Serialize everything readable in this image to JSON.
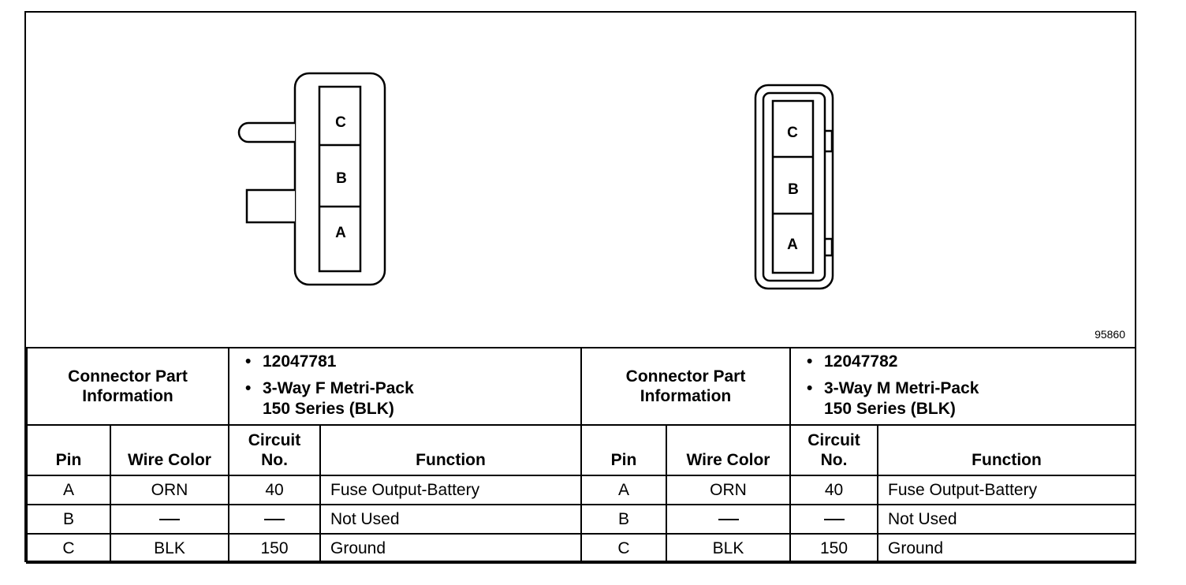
{
  "figure_ref": "95860",
  "left_connector": {
    "pins": [
      "C",
      "B",
      "A"
    ],
    "part_info_label": [
      "Connector Part",
      "Information"
    ],
    "part_number": "12047781",
    "description_line1": "3-Way F Metri-Pack",
    "description_line2": "150 Series (BLK)"
  },
  "right_connector": {
    "pins": [
      "C",
      "B",
      "A"
    ],
    "part_info_label": [
      "Connector Part",
      "Information"
    ],
    "part_number": "12047782",
    "description_line1": "3-Way M Metri-Pack",
    "description_line2": "150 Series (BLK)"
  },
  "columns": {
    "pin": "Pin",
    "wire_color": "Wire Color",
    "circuit_line1": "Circuit",
    "circuit_line2": "No.",
    "function": "Function"
  },
  "rows": [
    {
      "pin": "A",
      "wire_color": "ORN",
      "circuit": "40",
      "function": "Fuse Output-Battery"
    },
    {
      "pin": "B",
      "wire_color": "",
      "circuit": "",
      "function": "Not Used"
    },
    {
      "pin": "C",
      "wire_color": "BLK",
      "circuit": "150",
      "function": "Ground"
    }
  ]
}
